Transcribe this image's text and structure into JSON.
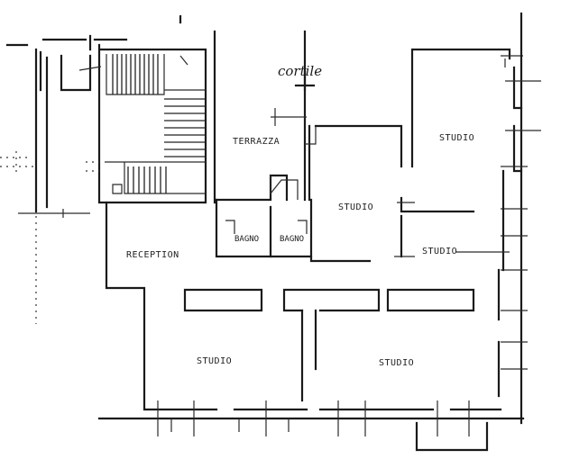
{
  "rooms": {
    "cortile": "cortile",
    "terrazza": "TERRAZZA",
    "reception": "RECEPTION",
    "bagno_1": "BAGNO",
    "bagno_2": "BAGNO",
    "studio_top_right": "STUDIO",
    "studio_center": "STUDIO",
    "studio_mid_right": "STUDIO",
    "studio_bottom_left": "STUDIO",
    "studio_bottom_right": "STUDIO"
  }
}
